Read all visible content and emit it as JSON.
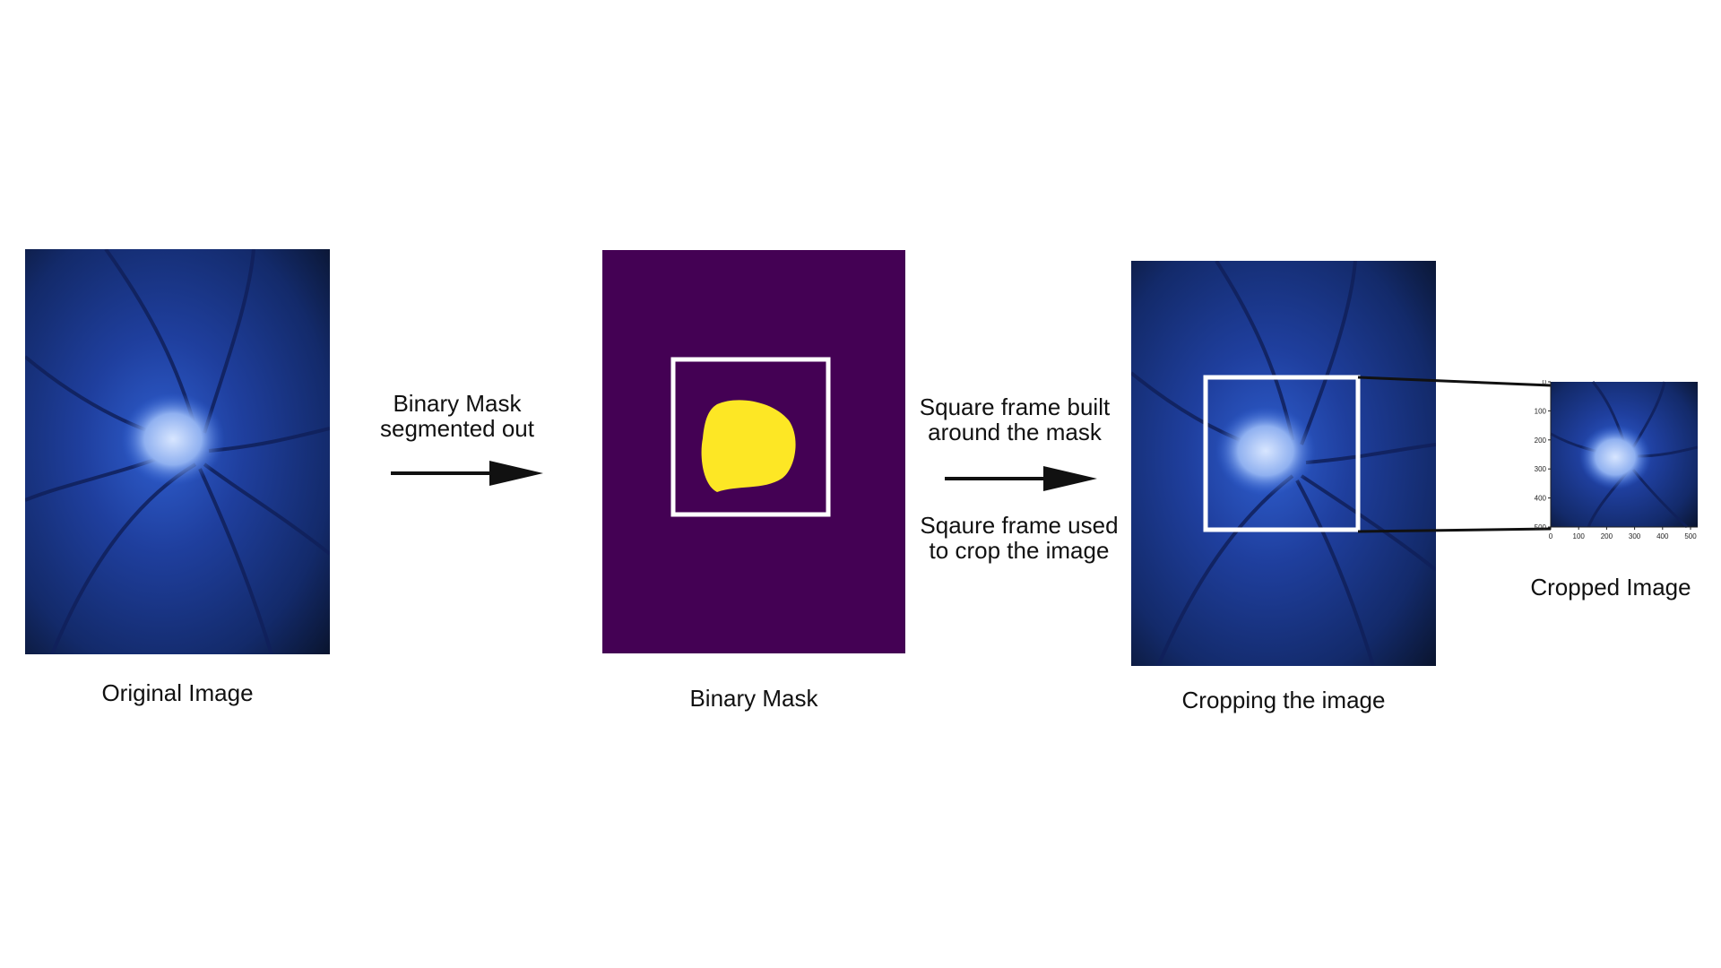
{
  "captions": {
    "original": "Original Image",
    "mask": "Binary Mask",
    "cropping": "Cropping the image",
    "cropped": "Cropped Image"
  },
  "steps": {
    "mask_line1": "Binary Mask",
    "mask_line2": "segmented out",
    "frame_line1": "Square frame built",
    "frame_line2": "around the mask",
    "crop_line1": "Sqaure frame used",
    "crop_line2": "to crop the image"
  },
  "thumb_axes": {
    "y_ticks": [
      "0",
      "100",
      "200",
      "300",
      "400",
      "500"
    ],
    "x_ticks": [
      "0",
      "100",
      "200",
      "300",
      "400",
      "500"
    ]
  },
  "colors": {
    "fundus_dark": "#0b1530",
    "fundus_blue": "#1b3f9a",
    "optic_disc": "#b9d2ff",
    "mask_background": "#440154",
    "mask_blob": "#fde725",
    "frame": "#ffffff",
    "arrow": "#111111"
  }
}
